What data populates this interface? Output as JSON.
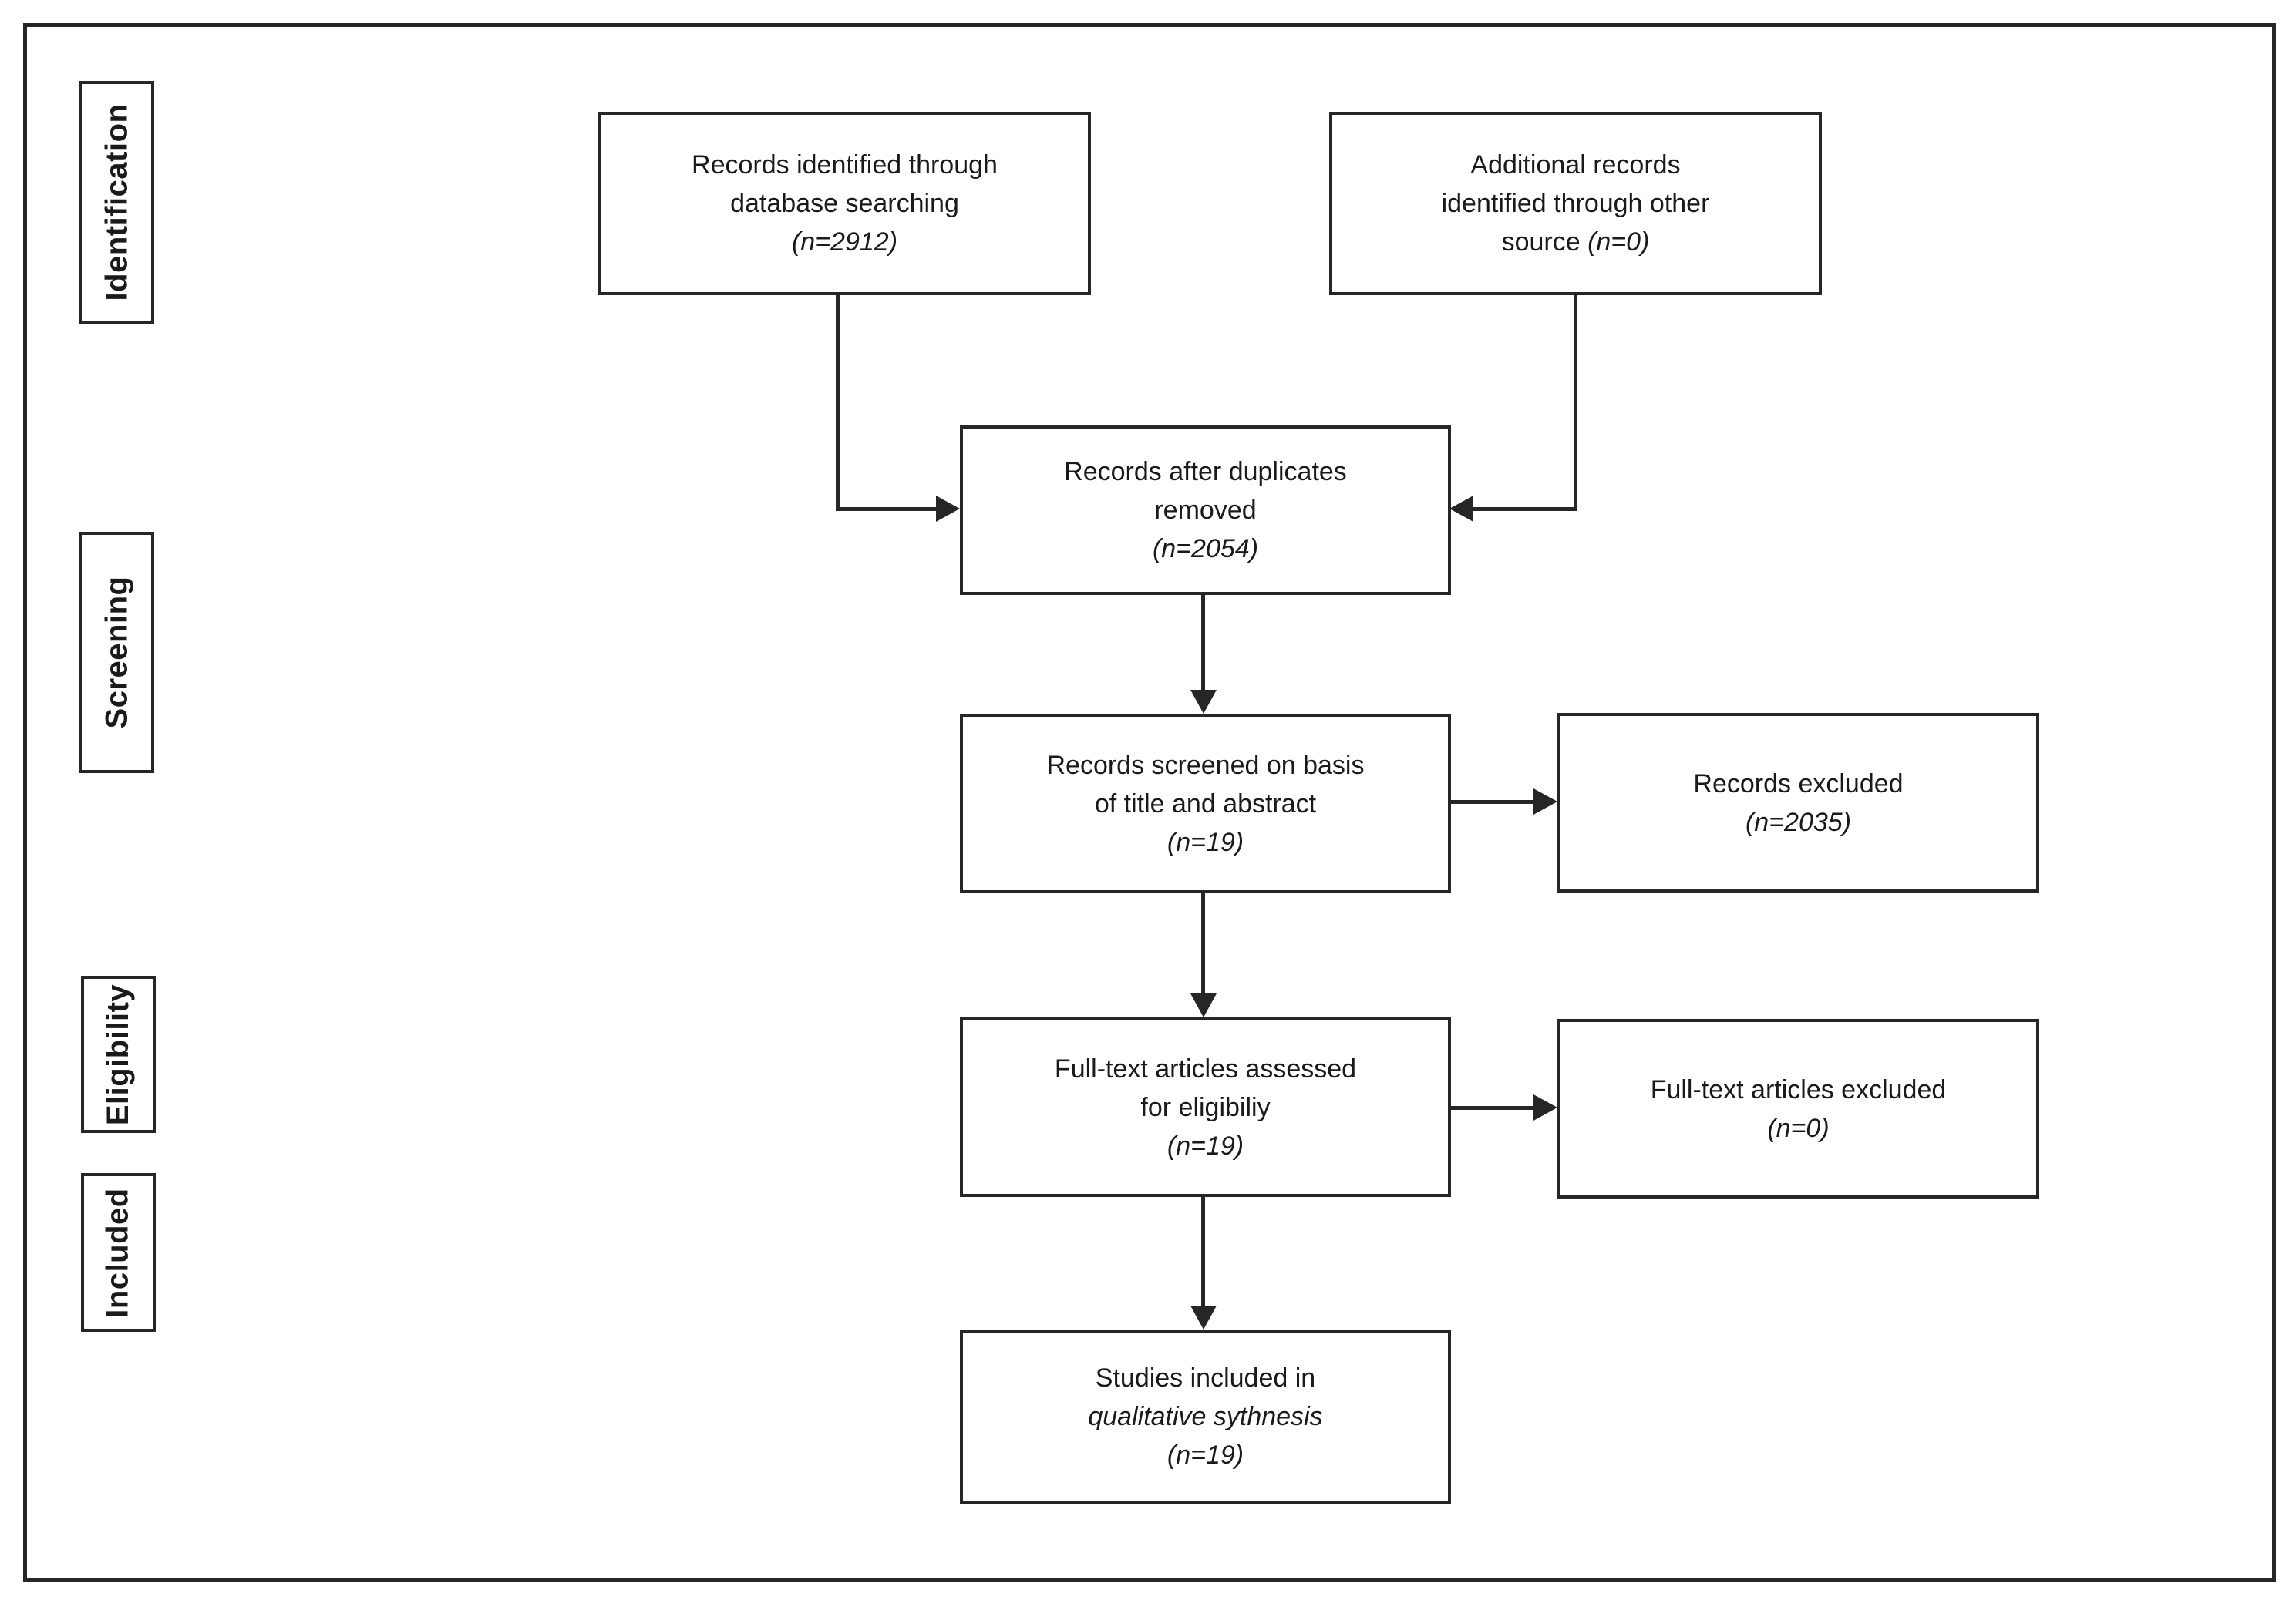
{
  "stages": [
    "Identification",
    "Screening",
    "Eligibility",
    "Included"
  ],
  "boxes": {
    "identified_db": {
      "line1": "Records identified through",
      "line2": "database searching",
      "n": "(n=2912)"
    },
    "additional_records": {
      "line1": "Additional records",
      "line2": "identified through other",
      "line3_prefix": "source ",
      "n": "(n=0)"
    },
    "after_duplicates": {
      "line1": "Records after duplicates",
      "line2": "removed",
      "n": "(n=2054)"
    },
    "screened": {
      "line1": "Records screened on basis",
      "line2": "of title and abstract",
      "n": "(n=19)"
    },
    "records_excluded": {
      "line1": "Records excluded",
      "n": "(n=2035)"
    },
    "fulltext_assessed": {
      "line1": "Full-text articles assessed",
      "line2": "for eligibiliy",
      "n": "(n=19)"
    },
    "fulltext_excluded": {
      "line1": "Full-text articles excluded",
      "n": "(n=0)"
    },
    "included_studies": {
      "line1": "Studies included in",
      "line2_italic": "qualitative sythnesis",
      "n": "(n=19)"
    }
  },
  "colors": {
    "border": "#262626",
    "text": "#1a1a1a",
    "background": "#ffffff"
  }
}
